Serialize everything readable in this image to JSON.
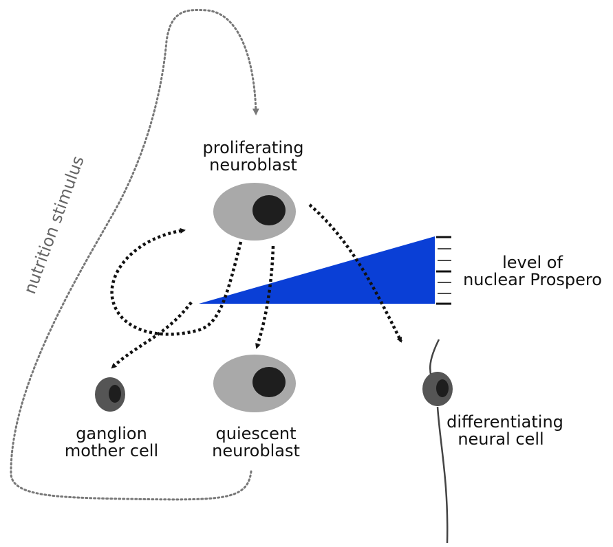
{
  "labels": {
    "proliferating_line1": "proliferating",
    "proliferating_line2": "neuroblast",
    "level_line1": "level of",
    "level_line2": "nuclear Prospero",
    "ganglion_line1": "ganglion",
    "ganglion_line2": "mother cell",
    "quiescent_line1": "quiescent",
    "quiescent_line2": "neuroblast",
    "differentiating_line1": "differentiating",
    "differentiating_line2": "neural cell",
    "nutrition": "nutrition stimulus"
  },
  "colors": {
    "cell_body": "#a9a9a9",
    "nucleus": "#1e1e1e",
    "small_cell": "#555555",
    "prospero_wedge": "#0a3fd6"
  }
}
